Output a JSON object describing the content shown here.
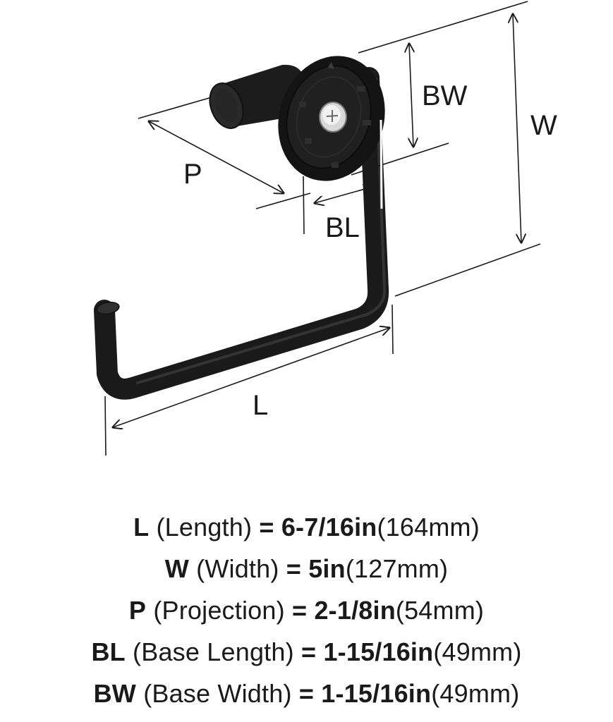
{
  "diagram": {
    "labels": {
      "P": "P",
      "BL": "BL",
      "BW": "BW",
      "W": "W",
      "L": "L"
    },
    "product": "black-toilet-paper-holder"
  },
  "specs": [
    {
      "abbr": "L",
      "name": "(Length)",
      "eq": "=",
      "imperial": "6-7/16in",
      "metric": "(164mm)"
    },
    {
      "abbr": "W",
      "name": "(Width)",
      "eq": "=",
      "imperial": "5in",
      "metric": "(127mm)"
    },
    {
      "abbr": "P",
      "name": "(Projection)",
      "eq": "=",
      "imperial": "2-1/8in",
      "metric": "(54mm)"
    },
    {
      "abbr": "BL",
      "name": "(Base Length)",
      "eq": "=",
      "imperial": "1-15/16in",
      "metric": "(49mm)"
    },
    {
      "abbr": "BW",
      "name": "(Base Width)",
      "eq": "=",
      "imperial": "1-15/16in",
      "metric": "(49mm)"
    }
  ]
}
